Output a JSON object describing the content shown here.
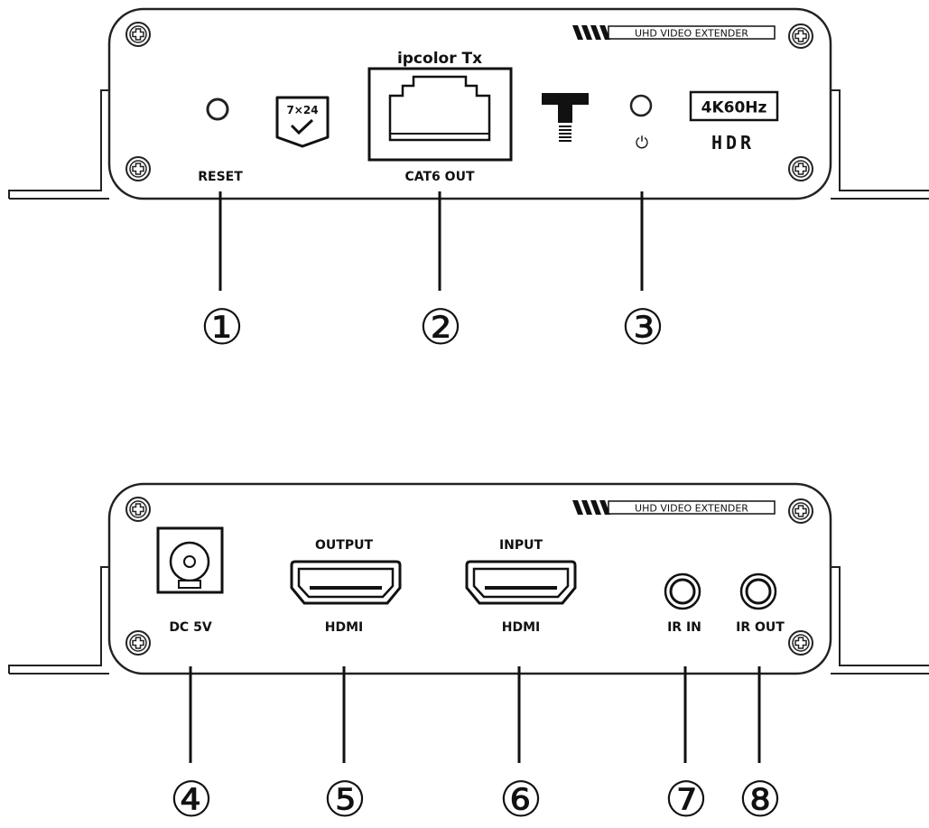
{
  "front_panel": {
    "brand_text": "UHD VIDEO EXTENDER",
    "device_name": "ipcolor Tx",
    "reset_label": "RESET",
    "cat6_label": "CAT6 OUT",
    "uptime_badge": "7×24",
    "resolution_badge": "4K60Hz",
    "hdr_text": "HDR",
    "power_symbol": "⏻"
  },
  "rear_panel": {
    "brand_text": "UHD VIDEO EXTENDER",
    "dc_label": "DC 5V",
    "output_top_label": "OUTPUT",
    "output_bottom_label": "HDMI",
    "input_top_label": "INPUT",
    "input_bottom_label": "HDMI",
    "ir_in_label": "IR IN",
    "ir_out_label": "IR OUT"
  },
  "callouts": [
    "①",
    "②",
    "③",
    "④",
    "⑤",
    "⑥",
    "⑦",
    "⑧"
  ]
}
